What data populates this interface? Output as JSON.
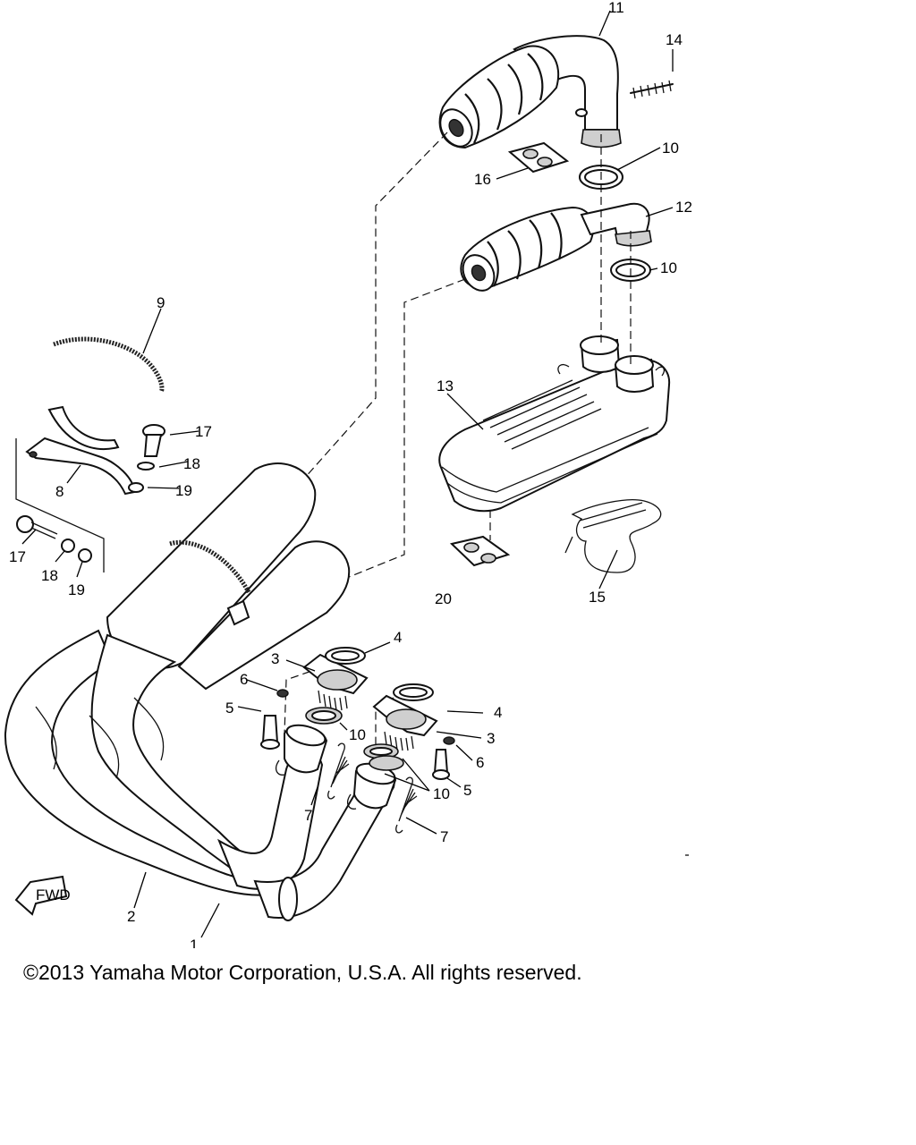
{
  "callouts": {
    "c1": "1",
    "c2": "2",
    "c3a": "3",
    "c3b": "3",
    "c4a": "4",
    "c4b": "4",
    "c5a": "5",
    "c5b": "5",
    "c6a": "6",
    "c6b": "6",
    "c7a": "7",
    "c7b": "7",
    "c8": "8",
    "c9": "9",
    "c10a": "10",
    "c10b": "10",
    "c10c": "10",
    "c10d": "10",
    "c11": "11",
    "c12": "12",
    "c13": "13",
    "c14": "14",
    "c15": "15",
    "c16": "16",
    "c17a": "17",
    "c17b": "17",
    "c18a": "18",
    "c18b": "18",
    "c19a": "19",
    "c19b": "19",
    "c20": "20"
  },
  "fwd_label": "FWD",
  "copyright": "©2013 Yamaha Motor Corporation, U.S.A. All rights reserved."
}
